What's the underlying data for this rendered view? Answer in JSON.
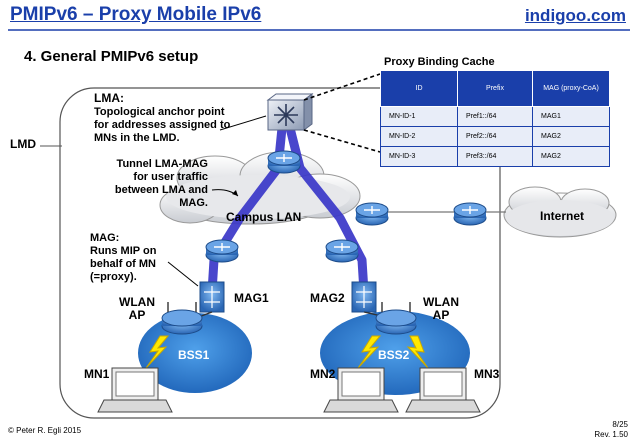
{
  "header": {
    "title": "PMIPv6 – Proxy Mobile IPv6",
    "brand": "indigoo.com"
  },
  "subtitle": "4. General PMIPv6 setup",
  "pbc": {
    "title": "Proxy Binding Cache",
    "columns": [
      "ID",
      "Prefix",
      "MAG (proxy-CoA)"
    ],
    "rows": [
      [
        "MN-ID-1",
        "Pref1::/64",
        "MAG1"
      ],
      [
        "MN-ID-2",
        "Pref2::/64",
        "MAG2"
      ],
      [
        "MN-ID-3",
        "Pref3::/64",
        "MAG2"
      ]
    ]
  },
  "labels": {
    "lmd": "LMD",
    "lma_title": "LMA:",
    "lma_desc": "Topological anchor point for addresses assigned to MNs in the LMD.",
    "tunnel": "Tunnel LMA-MAG for user traffic between LMA and MAG.",
    "campus": "Campus LAN",
    "internet": "Internet",
    "mag_title": "MAG:",
    "mag_desc": "Runs MIP on behalf of MN (=proxy).",
    "mag1": "MAG1",
    "mag2": "MAG2",
    "wlan_ap_1": "WLAN AP",
    "wlan_ap_2": "WLAN AP",
    "bss1": "BSS1",
    "bss2": "BSS2",
    "mn1": "MN1",
    "mn2": "MN2",
    "mn3": "MN3"
  },
  "colors": {
    "title": "#1a3faa",
    "tunnel": "#3a36c8",
    "router": "#2a6fbe",
    "bss": "#2f7fd2",
    "lightning": "#ffe800"
  },
  "footer": {
    "copyright": "© Peter R. Egli 2015",
    "page": "8/25",
    "rev": "Rev. 1.50"
  }
}
